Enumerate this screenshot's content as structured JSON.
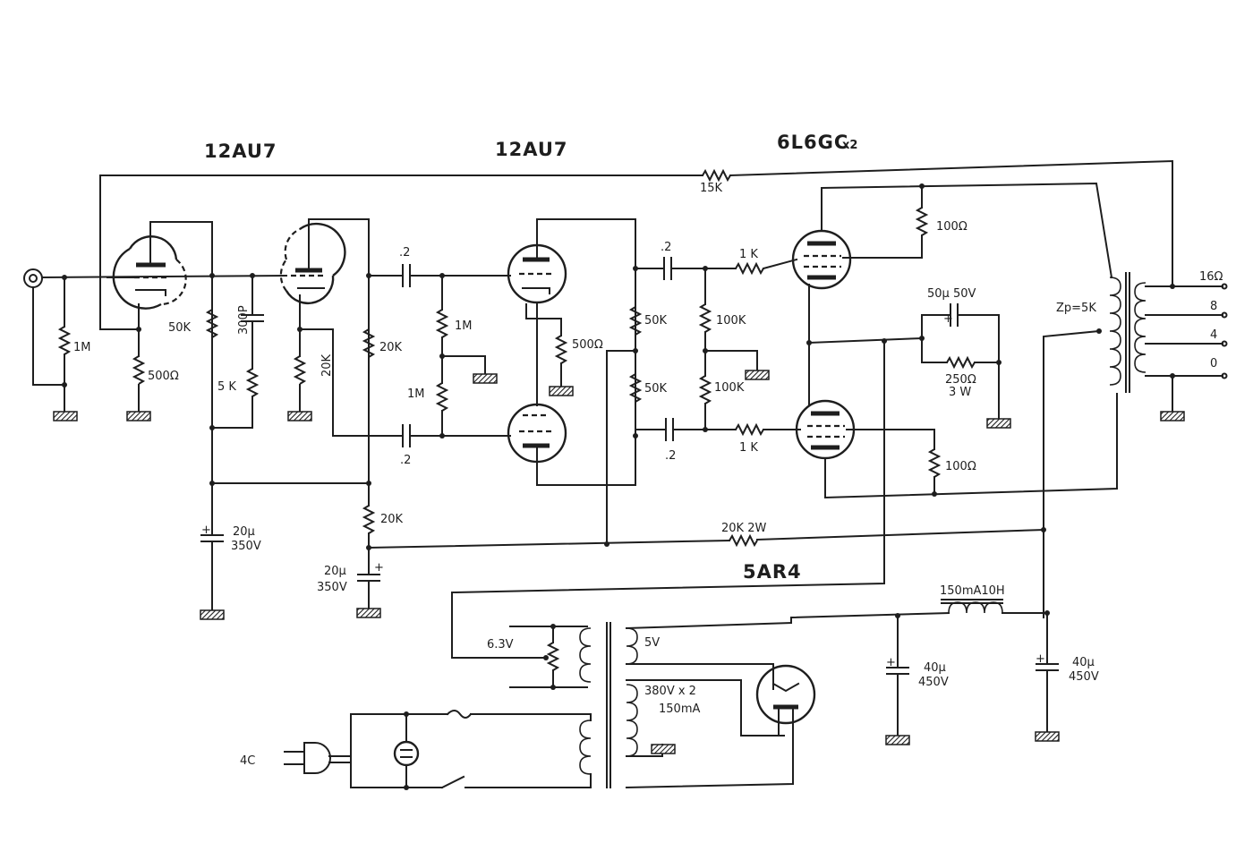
{
  "tubes": {
    "v1": "12AU7",
    "v2": "12AU7",
    "output": "6L6GC",
    "output_qty": "x2",
    "rectifier": "5AR4"
  },
  "labels": {
    "r_input": "1M",
    "r_cathode1": "500Ω",
    "r_plate1": "50K",
    "c_shunt": "300P",
    "r_shunt": "5 K",
    "r_cathode2": "20K",
    "r_plate2": "20K",
    "r_decouple": "20K",
    "c_filter1_value": "20μ",
    "c_filter1_voltage": "350V",
    "c_filter2_value": "20μ",
    "c_filter2_voltage": "350V",
    "c_couple_a": ".2",
    "c_couple_b": ".2",
    "r_grid_a": "1M",
    "r_grid_b": "1M",
    "r_pi_cathode": "500Ω",
    "r_pi_load_a": "50K",
    "r_pi_load_b": "50K",
    "c_out_a": ".2",
    "c_out_b": ".2",
    "r_grid_stop_a": "1 K",
    "r_grid_stop_b": "1 K",
    "r_bias_a": "100K",
    "r_bias_b": "100K",
    "r_screen_a": "100Ω",
    "r_screen_b": "100Ω",
    "c_cathode": "50μ 50V",
    "r_cathode_out": "250Ω",
    "r_cathode_out_w": "3 W",
    "r_feedback": "15K",
    "r_dropping": "20K 2W",
    "impedance": "Zp=5K",
    "tap_16": "16Ω",
    "tap_8": "8",
    "tap_4": "4",
    "tap_0": "0",
    "heater": "6.3V",
    "rect_heater": "5V",
    "ht_secondary": "380V x 2",
    "ht_current": "150mA",
    "choke": "150mA10H",
    "c_res1_value": "40μ",
    "c_res1_voltage": "450V",
    "c_res2_value": "40μ",
    "c_res2_voltage": "450V",
    "mains": "4C"
  }
}
